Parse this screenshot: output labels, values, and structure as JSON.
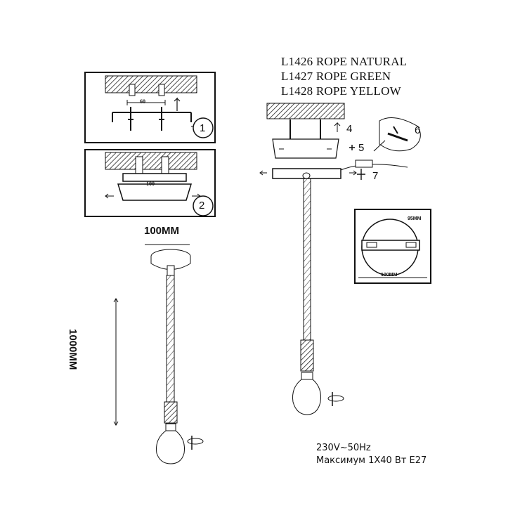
{
  "models": [
    "L1426 ROPE NATURAL",
    "L1427 ROPE GREEN",
    "L1428 ROPE YELLOW"
  ],
  "dimensions": {
    "canopy_width": "100MM",
    "cord_length": "1000MM",
    "step1_spacing": "60",
    "step2_width": "100",
    "plate_diameter": "95MM",
    "plate_width": "100MM"
  },
  "steps": [
    "1",
    "2",
    "4",
    "5",
    "6",
    "7"
  ],
  "specs": {
    "voltage": "230V~50Hz",
    "max_power": "Максимум 1X40 Вт E27"
  },
  "icons": [
    "screw-icon",
    "wall-plug-icon",
    "rotate-icon",
    "bulb-icon",
    "hatched-ceiling-icon",
    "arrow-icon"
  ]
}
